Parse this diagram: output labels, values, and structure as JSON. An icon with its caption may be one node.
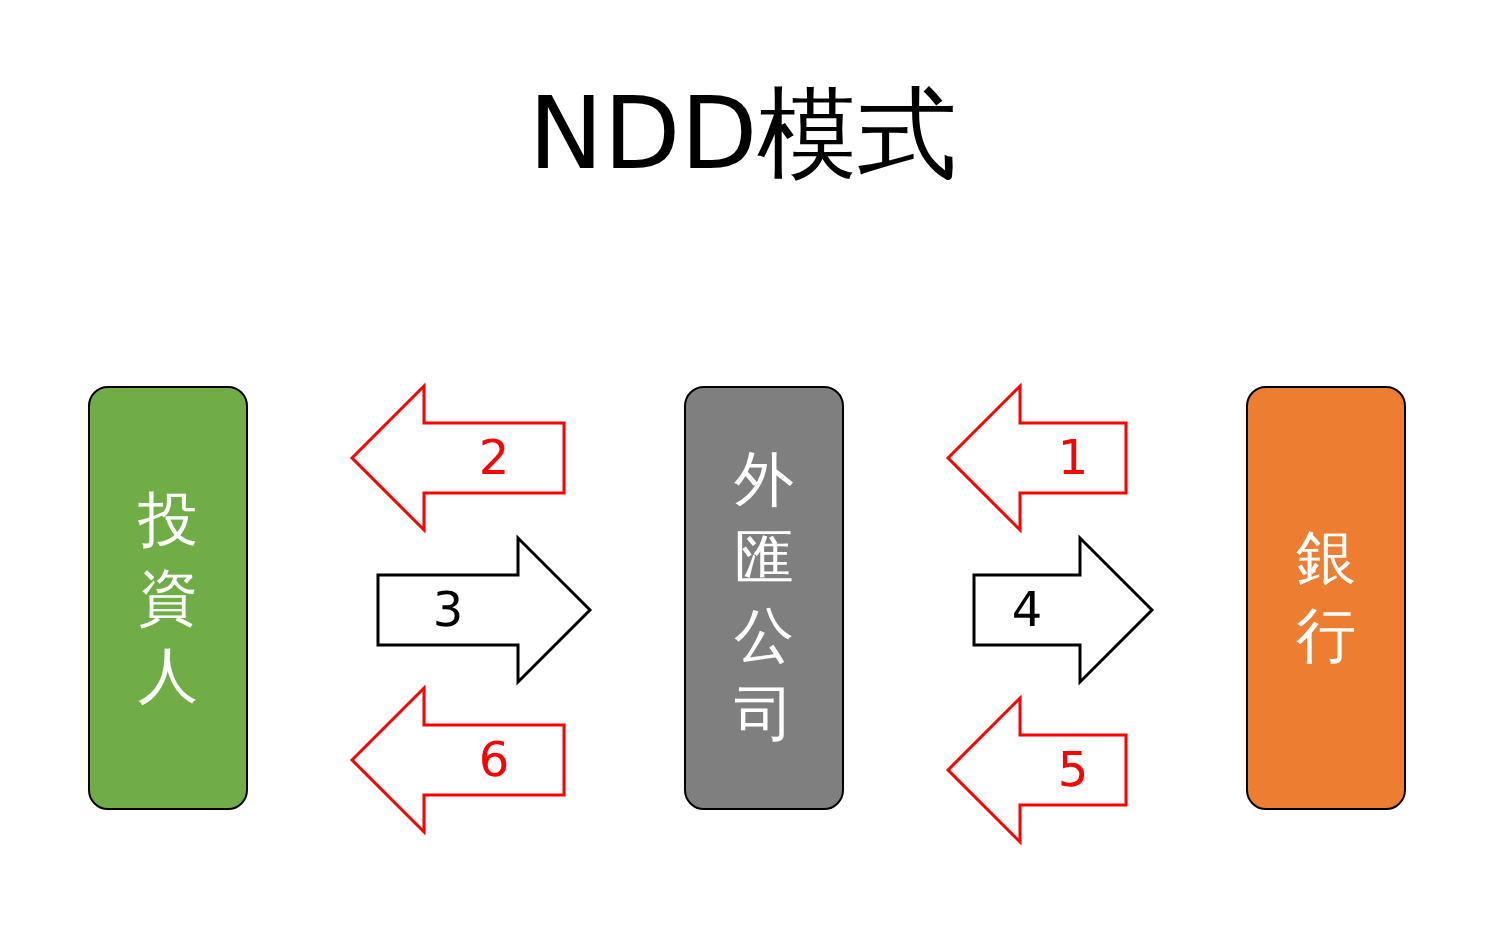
{
  "diagram": {
    "title": "NDD模式",
    "nodes": [
      {
        "text": [
          "投資人"
        ]
      },
      {
        "text": [
          "外匯公司"
        ]
      },
      {
        "text": [
          "銀行"
        ]
      }
    ],
    "edges": [
      {
        "from": 1,
        "to": 0,
        "arrow": "to",
        "label": "2"
      },
      {
        "from": 0,
        "to": 1,
        "arrow": "to",
        "label": "3",
        "color": "#000000"
      },
      {
        "from": 1,
        "to": 0,
        "arrow": "to",
        "label": "6"
      },
      {
        "from": 2,
        "to": 1,
        "arrow": "to",
        "label": "1"
      },
      {
        "from": 1,
        "to": 2,
        "arrow": "to",
        "label": "4",
        "color": "#000000"
      },
      {
        "from": 2,
        "to": 1,
        "arrow": "to",
        "label": "5"
      }
    ]
  }
}
